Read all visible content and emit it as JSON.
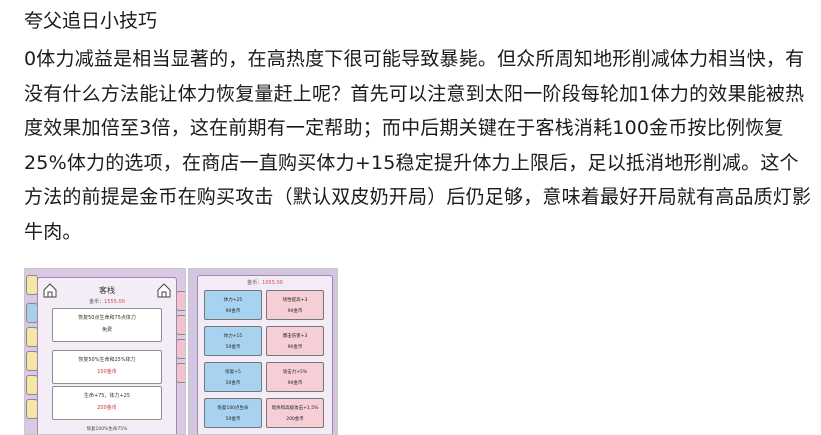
{
  "post": {
    "title": "夸父追日小技巧",
    "body": "0体力减益是相当显著的，在高热度下很可能导致暴毙。但众所周知地形削减体力相当快，有没有什么方法能让体力恢复量赶上呢？首先可以注意到太阳一阶段每轮加1体力的效果能被热度效果加倍至3倍，这在前期有一定帮助；而中后期关键在于客栈消耗100金币按比例恢复25%体力的选项，在商店一直购买体力+15稳定提升体力上限后，足以抵消地形削减。这个方法的前提是金币在购买攻击（默认双皮奶开局）后仍足够，意味着最好开局就有高品质灯影牛肉。"
  },
  "screenshot1": {
    "title": "客栈",
    "gold_label": "金币：",
    "gold_value": "1555.00",
    "options": [
      {
        "line1": "恢复50点生命和75点体力",
        "line2": "免费"
      },
      {
        "line1": "恢复50%生命和25%体力",
        "line2": "100金币"
      },
      {
        "line1": "生命+75，体力+25",
        "line2": "200金币"
      }
    ],
    "footer": "恢复100%生命75%"
  },
  "screenshot2": {
    "gold_label": "金币：",
    "gold_value": "1055.00",
    "items": [
      {
        "line1": "体力+25",
        "line2": "90金币",
        "color": "blue"
      },
      {
        "line1": "韧性提高+3",
        "line2": "90金币",
        "color": "pink"
      },
      {
        "line1": "体力+15",
        "line2": "50金币",
        "color": "blue"
      },
      {
        "line1": "爆击伤害+3",
        "line2": "90金币",
        "color": "pink"
      },
      {
        "line1": "恢复+5",
        "line2": "50金币",
        "color": "blue"
      },
      {
        "line1": "攻击力+5%",
        "line2": "90金币",
        "color": "pink"
      },
      {
        "line1": "恢复100点生命",
        "line2": "50金币",
        "color": "blue"
      },
      {
        "line1": "暗杀和高级攻击+1.5%",
        "line2": "200金币",
        "color": "pink"
      }
    ]
  },
  "colors": {
    "panel_bg": "#f4ecf7",
    "frame_purple": "#d9c8e6",
    "accent_red": "#d04a4a",
    "item_blue": "#a8d3f0",
    "item_pink": "#f6cfd6"
  }
}
